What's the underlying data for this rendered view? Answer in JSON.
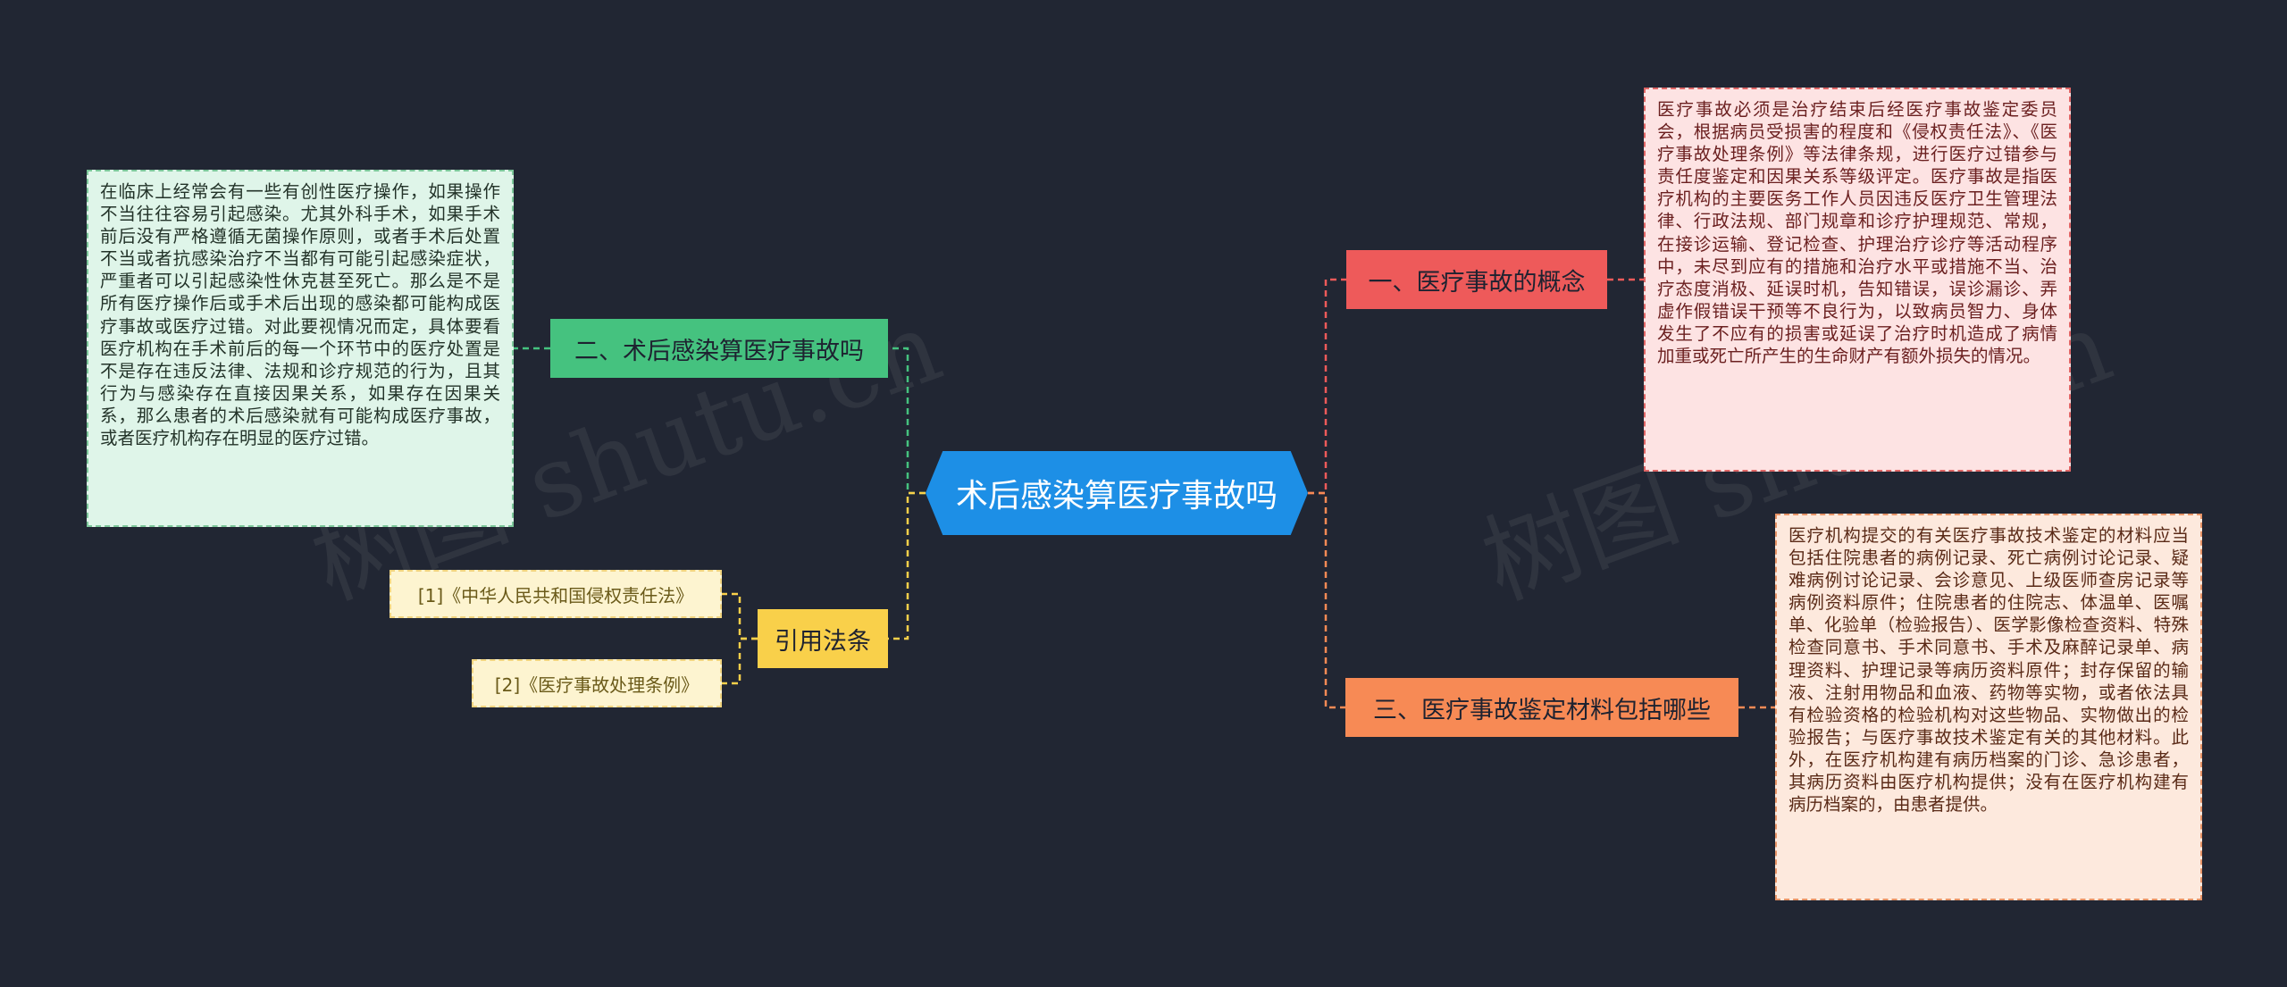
{
  "colors": {
    "background": "#212633",
    "center": "#1d8fe6",
    "branch_1": "#ee5a5a",
    "branch_2": "#45c27f",
    "branch_3": "#f9d04a",
    "branch_4": "#f78a55"
  },
  "mindmap": {
    "center": "术后感染算医疗事故吗",
    "branches": [
      {
        "label": "一、医疗事故的概念",
        "detail": "医疗事故必须是治疗结束后经医疗事故鉴定委员会，根据病员受损害的程度和《侵权责任法》、《医疗事故处理条例》等法律条规，进行医疗过错参与责任度鉴定和因果关系等级评定。医疗事故是指医疗机构的主要医务工作人员因违反医疗卫生管理法律、行政法规、部门规章和诊疗护理规范、常规，在接诊运输、登记检查、护理治疗诊疗等活动程序中，未尽到应有的措施和治疗水平或措施不当、治疗态度消极、延误时机，告知错误，误诊漏诊、弄虚作假错误干预等不良行为，以致病员智力、身体发生了不应有的损害或延误了治疗时机造成了病情加重或死亡所产生的生命财产有额外损失的情况。"
      },
      {
        "label": "二、术后感染算医疗事故吗",
        "detail": "在临床上经常会有一些有创性医疗操作，如果操作不当往往容易引起感染。尤其外科手术，如果手术前后没有严格遵循无菌操作原则，或者手术后处置不当或者抗感染治疗不当都有可能引起感染症状，严重者可以引起感染性休克甚至死亡。那么是不是所有医疗操作后或手术后出现的感染都可能构成医疗事故或医疗过错。对此要视情况而定，具体要看医疗机构在手术前后的每一个环节中的医疗处置是不是存在违反法律、法规和诊疗规范的行为，且其行为与感染存在直接因果关系，如果存在因果关系，那么患者的术后感染就有可能构成医疗事故，或者医疗机构存在明显的医疗过错。"
      },
      {
        "label": "引用法条",
        "references": [
          "[1]《中华人民共和国侵权责任法》",
          "[2]《医疗事故处理条例》"
        ]
      },
      {
        "label": "三、医疗事故鉴定材料包括哪些",
        "detail": "医疗机构提交的有关医疗事故技术鉴定的材料应当包括住院患者的病例记录、死亡病例讨论记录、疑难病例讨论记录、会诊意见、上级医师查房记录等病例资料原件；住院患者的住院志、体温单、医嘱单、化验单（检验报告）、医学影像检查资料、特殊检查同意书、手术同意书、手术及麻醉记录单、病理资料、护理记录等病历资料原件；封存保留的输液、注射用物品和血液、药物等实物，或者依法具有检验资格的检验机构对这些物品、实物做出的检验报告；与医疗事故技术鉴定有关的其他材料。此外，在医疗机构建有病历档案的门诊、急诊患者，其病历资料由医疗机构提供；没有在医疗机构建有病历档案的，由患者提供。"
      }
    ]
  }
}
